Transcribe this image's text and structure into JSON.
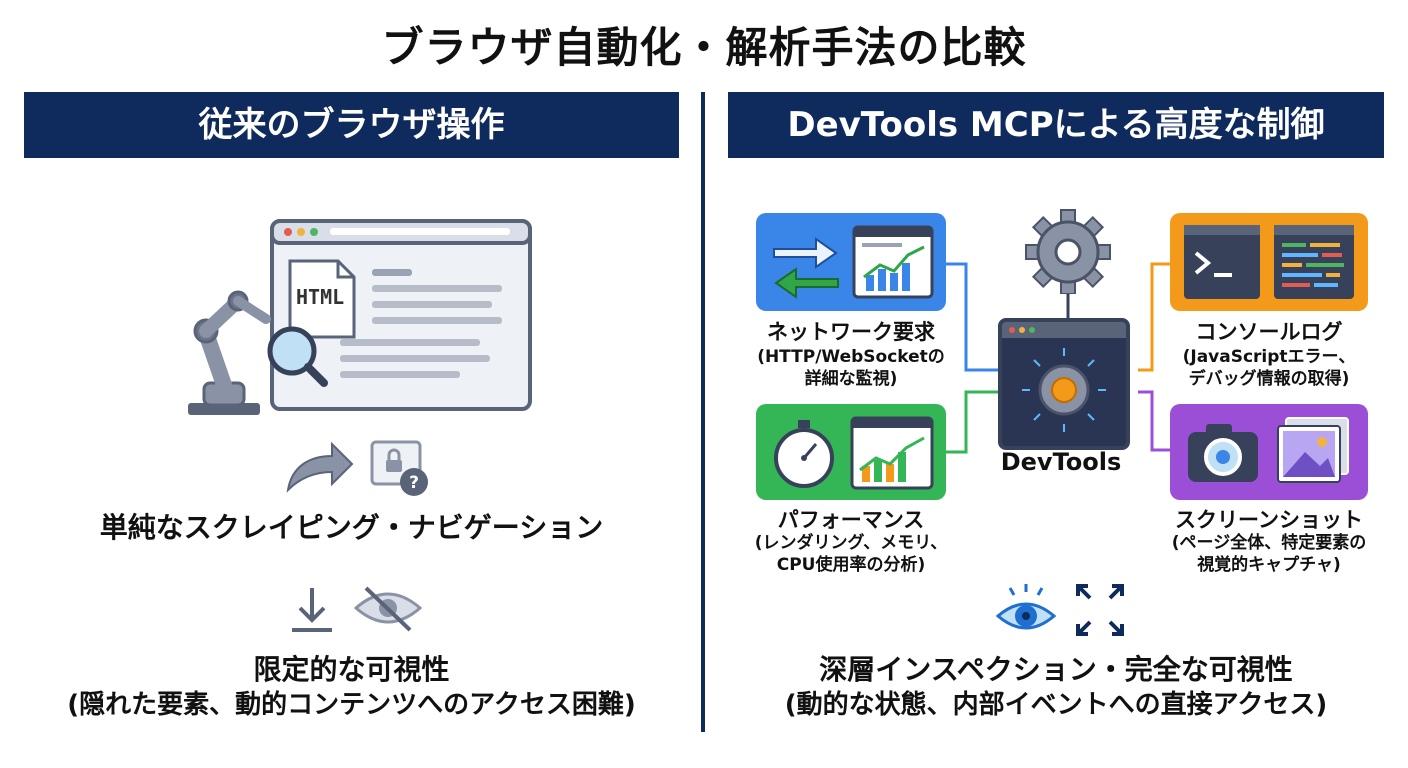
{
  "title": "ブラウザ自動化・解析手法の比較",
  "left": {
    "header": "従来のブラウザ操作",
    "html_label": "HTML",
    "caption1": "単純なスクレイピング・ナビゲーション",
    "caption2_line1": "限定的な可視性",
    "caption2_line2": "(隠れた要素、動的コンテンツへのアクセス困難)"
  },
  "right": {
    "header": "DevTools MCPによる高度な制御",
    "center_label": "DevTools",
    "network": {
      "title": "ネットワーク要求",
      "line1": "(HTTP/WebSocketの",
      "line2": "詳細な監視)"
    },
    "performance": {
      "title": "パフォーマンス",
      "line1": "(レンダリング、メモリ、",
      "line2": "CPU使用率の分析)"
    },
    "console": {
      "title": "コンソールログ",
      "line1": "(JavaScriptエラー、",
      "line2": "デバッグ情報の取得)"
    },
    "screenshot": {
      "title": "スクリーンショット",
      "line1": "(ページ全体、特定要素の",
      "line2": "視覚的キャプチャ)"
    },
    "caption_line1": "深層インスペクション・完全な可視性",
    "caption_line2": "(動的な状態、内部イベントへの直接アクセス)"
  },
  "colors": {
    "navy": "#0f2a5c",
    "network": "#3a86e8",
    "performance": "#34b556",
    "console": "#f49a1a",
    "screenshot": "#9a4fd6"
  }
}
